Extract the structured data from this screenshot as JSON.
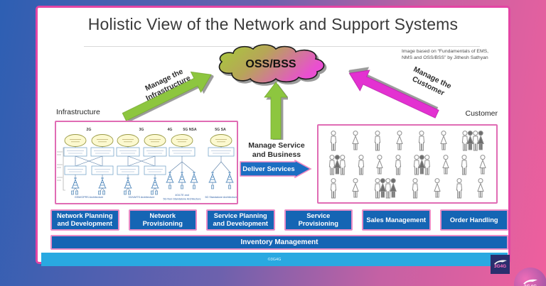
{
  "slide": {
    "title": "Holistic View of the Network and Support Systems",
    "credit_line1": "Image based on “Fundamentals of EMS,",
    "credit_line2": "NMS and OSS/BSS” by Jithesh Sathyan",
    "cloud_label": "OSS/BSS",
    "arrows": {
      "left_line1": "Manage the",
      "left_line2": "Infrastructure",
      "center_line1": "Manage Service",
      "center_line2": "and Business",
      "deliver_label": "Deliver Services",
      "right_line1": "Manage the",
      "right_line2": "Customer"
    },
    "infrastructure": {
      "label": "Infrastructure",
      "headers": [
        "2G",
        "3G",
        "4G",
        "5G NSA",
        "5G SA"
      ],
      "groups": [
        {
          "captions": [
            "GSM/GPRS Architecture"
          ],
          "clouds": 2,
          "tiers": 2,
          "towers": 2
        },
        {
          "captions": [
            "3G/UMTS Architecture"
          ],
          "clouds": 2,
          "tiers": 2,
          "towers": 2
        },
        {
          "captions": [
            "4G/LTE and",
            "5G Non-Standalone Architecture"
          ],
          "clouds": 1,
          "tiers": 1,
          "towers": 3
        },
        {
          "captions": [
            "5G Standalone Architecture"
          ],
          "clouds": 1,
          "tiers": 1,
          "towers": 2
        }
      ]
    },
    "customer": {
      "label": "Customer",
      "rows": [
        [
          "m",
          "f",
          "m",
          "f",
          "m",
          "f",
          "g4"
        ],
        [
          "g3",
          "m",
          "f",
          "m",
          "g3",
          "f",
          "m",
          "f"
        ],
        [
          "m",
          "f",
          "g4",
          "m",
          "f",
          "m",
          "f"
        ]
      ]
    },
    "process_boxes": [
      "Network Planning and Development",
      "Network Provisioning",
      "Service Planning and Development",
      "Service Provisioning",
      "Sales Management",
      "Order Handling"
    ],
    "inventory_label": "Inventory Management",
    "footer_text": "©3G4G",
    "logo_text": "3G4G"
  },
  "colors": {
    "slide_border": "#e445a4",
    "process_blue": "#1565b4",
    "process_border_pink": "#ea8cc6",
    "arrow_green": "#8dc63f",
    "arrow_magenta": "#e331d1",
    "deliver_blue": "#1b6ec2",
    "footer_cyan": "#29a9e1",
    "cloud_green": "#a6cc39",
    "cloud_pink": "#ea4fd1",
    "background_blue": "#2d5fb3",
    "background_pink": "#ef5f9d"
  }
}
